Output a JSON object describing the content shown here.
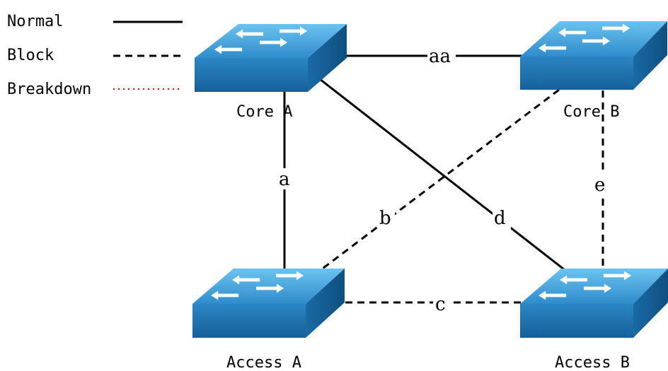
{
  "legend": {
    "items": [
      {
        "label": "Normal",
        "style": "solid"
      },
      {
        "label": "Block",
        "style": "dashed"
      },
      {
        "label": "Breakdown",
        "style": "dotted",
        "color": "#cc0000"
      }
    ]
  },
  "nodes": [
    {
      "id": "core-a",
      "label": "Core A"
    },
    {
      "id": "core-b",
      "label": "Core B"
    },
    {
      "id": "access-a",
      "label": "Access A"
    },
    {
      "id": "access-b",
      "label": "Access B"
    }
  ],
  "links": [
    {
      "id": "aa",
      "label": "aa",
      "from": "core-a",
      "to": "core-b",
      "state": "Normal"
    },
    {
      "id": "a",
      "label": "a",
      "from": "core-a",
      "to": "access-a",
      "state": "Normal"
    },
    {
      "id": "b",
      "label": "b",
      "from": "core-b",
      "to": "access-a",
      "state": "Block"
    },
    {
      "id": "c",
      "label": "c",
      "from": "access-a",
      "to": "access-b",
      "state": "Block"
    },
    {
      "id": "d",
      "label": "d",
      "from": "core-a",
      "to": "access-b",
      "state": "Normal"
    },
    {
      "id": "e",
      "label": "e",
      "from": "core-b",
      "to": "access-b",
      "state": "Block"
    }
  ],
  "colors": {
    "switch_top": "#3f9fd6",
    "switch_front": "#1f6fa8",
    "switch_side": "#145a8c",
    "line": "#000000",
    "breakdown": "#cc0000"
  }
}
